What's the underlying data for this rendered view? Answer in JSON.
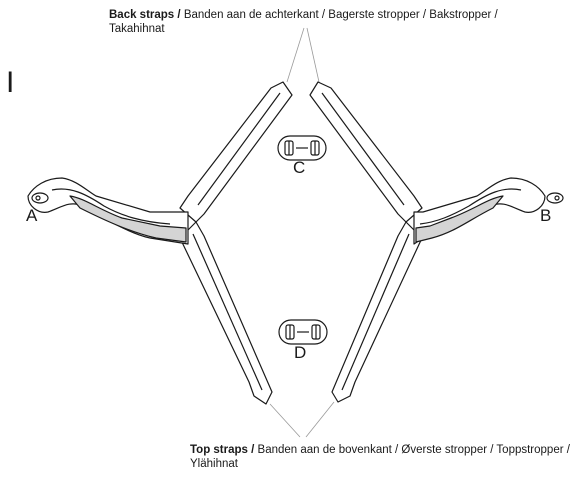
{
  "step_number": "I",
  "captions": {
    "back_straps": {
      "title": "Back straps /",
      "text": "Banden aan de achterkant / Bagerste stropper / Bakstropper / Takahihnat"
    },
    "top_straps": {
      "title": "Top straps /",
      "text": "Banden aan de bovenkant / Øverste stropper / Toppstropper / Ylähihnat"
    }
  },
  "labels": {
    "a": "A",
    "b": "B",
    "c": "C",
    "d": "D"
  },
  "colors": {
    "outline": "#1a1a1a",
    "shaded": "#d4d4d4",
    "leader": "#9a9a9a"
  }
}
